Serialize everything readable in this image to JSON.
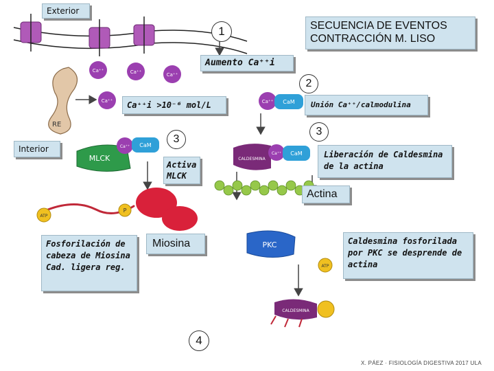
{
  "title": "SECUENCIA DE EVENTOS CONTRACCIÓN M. LISO",
  "labels": {
    "exterior": "Exterior",
    "interior": "Interior",
    "aumento": "Aumento Ca⁺⁺i",
    "concentracion": "Ca⁺⁺i >10⁻⁶ mol/L",
    "union": "Unión Ca⁺⁺/calmodulina",
    "activa_mlck": "Activa MLCK",
    "liberacion": "Liberación de Caldesmina de la actina",
    "actina": "Actina",
    "miosina": "Miosina",
    "fosforilacion": "Fosforilación de cabeza de Miosina Cad. ligera reg.",
    "caldesmina_fosforilada": "Caldesmina fosforilada por PKC se desprende de actina"
  },
  "steps": [
    "1",
    "2",
    "3",
    "3",
    "4"
  ],
  "drawing_text": {
    "ca": "Ca⁺⁺",
    "re": "RE",
    "mlck": "MLCK",
    "calm": "CaM",
    "caldesmina": "CALDESMINA",
    "pkc": "PKC",
    "atp": "ATP",
    "p": "P"
  },
  "credit": "X. PÁEZ · FISIOLOGÍA DIGESTIVA 2017 ULA",
  "colors": {
    "label_bg": "#cfe3ee",
    "ion": "#9b3fb0",
    "channel": "#b05ab8",
    "atp": "#f0c020",
    "mlck": "#2e9a4a",
    "myosin": "#d9213a",
    "actin": "#96c84a",
    "caldesmin": "#e4e06a",
    "pkc": "#2a66c8"
  }
}
